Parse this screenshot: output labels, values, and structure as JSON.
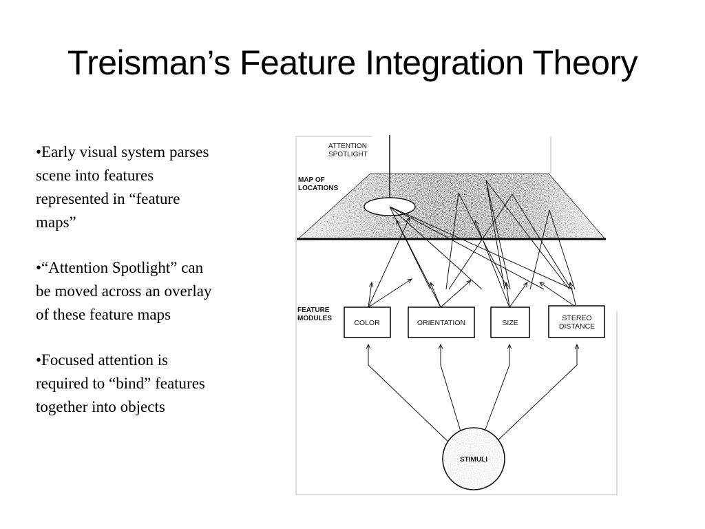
{
  "slide": {
    "title": "Treisman’s Feature Integration Theory",
    "bullets": [
      "•Early visual system parses scene into features represented in “feature maps”",
      "•“Attention Spotlight” can be moved across an overlay of these feature maps",
      "•Focused attention is required to “bind” features together into objects"
    ]
  },
  "diagram": {
    "attention_spotlight": [
      "ATTENTION",
      "SPOTLIGHT"
    ],
    "map_of_locations": [
      "MAP OF",
      "LOCATIONS"
    ],
    "feature_modules_label": [
      "FEATURE",
      "MODULES"
    ],
    "modules": [
      {
        "lines": [
          "COLOR"
        ]
      },
      {
        "lines": [
          "ORIENTATION"
        ]
      },
      {
        "lines": [
          "SIZE"
        ]
      },
      {
        "lines": [
          "STEREO",
          "DISTANCE"
        ]
      }
    ],
    "stimuli": "STIMULI"
  }
}
